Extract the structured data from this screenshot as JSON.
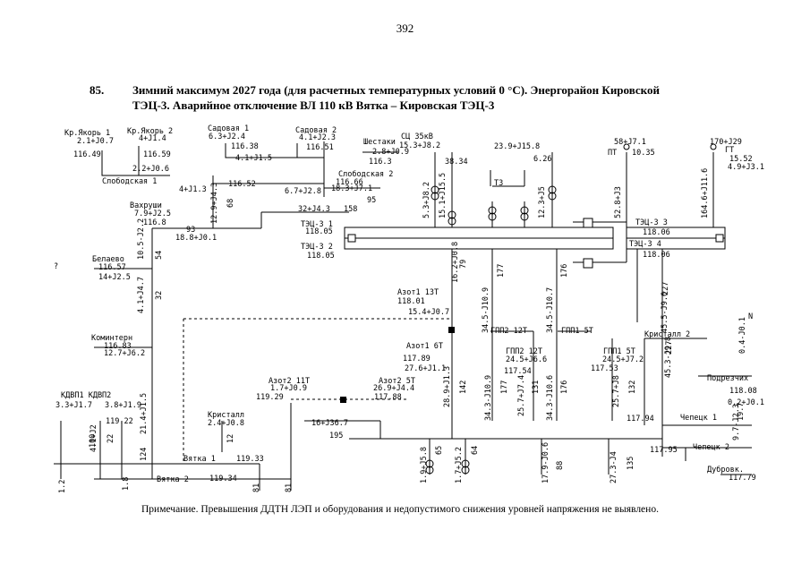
{
  "page": {
    "number": "392",
    "heading": {
      "num": "85.",
      "line1": "Зимний максимум 2027 года (для расчетных температурных условий 0 °С). Энергорайон Кировской",
      "line2": "ТЭЦ-3. Аварийное отключение ВЛ 110 кВ Вятка – Кировская ТЭЦ-3"
    },
    "note": "Примечание. Превышения ДДТН ЛЭП и оборудования и недопустимого снижения уровней напряжения не выявлено."
  },
  "diagram": {
    "labels": [
      "Кр.Якорь 1",
      "2.1+J0.7",
      "116.49",
      "Кр.Якорь 2",
      "4+J1.4",
      "116.59",
      "Садовая 1",
      "6.3+J2.4",
      "116.38",
      "Садовая 2",
      "4.1+J2.3",
      "116.51",
      "Шестаки",
      "2.8+J0.9",
      "116.3",
      "СЦ 35кВ",
      "15.3+J8.2",
      "38.34",
      "Т3",
      "23.9+J15.8",
      "6.26",
      "58+J7.1",
      "ПТ",
      "10.35",
      "170+J29",
      "ГТ",
      "15.52",
      "4.9+J3.1",
      "2.2+J0.6",
      "4.1+J1.5",
      "Слободская 1",
      "4+J1.3",
      "116.52",
      "6.7+J2.8",
      "Слободская 2",
      "116.66",
      "18.3+J7.1",
      "95",
      "Вахруши",
      "7.9+J2.5",
      "116.8",
      "93",
      "18.8+J0.1",
      "32+J4.3",
      "158",
      "12.9+J4.3",
      "68",
      "5.3+J8.2",
      "15.1+J15.5",
      "12.3+J5",
      "52.8+J3",
      "164.6+J11.6",
      "ТЭЦ-3 1",
      "118.05",
      "ТЭЦ-3 2",
      "118.05",
      "ТЭЦ-3 3",
      "118.06",
      "ТЭЦ-3 4",
      "118.06",
      "10.5-J2.2",
      "54",
      "4.1+J4.7",
      "32",
      "Белаево",
      "116.57",
      "14+J2.5",
      "?",
      "16.2+J0.8",
      "79",
      "Азот1 13Т",
      "118.01",
      "15.4+J0.7",
      "34.5-J10.9",
      "177",
      "34.5-J10.7",
      "176",
      "45.5-J9.6",
      "227",
      "ГПП2 12Т",
      "ГПП1 5Т",
      "Кристалл 2",
      "45.3-J9.8",
      "227",
      "Коминтерн",
      "116.83",
      "12.7+J6.2",
      "Азот1 6Т",
      "117.89",
      "27.6+J1.1",
      "ГПП2 12Т",
      "24.5+J6.6",
      "117.54",
      "ГПП1 5Т",
      "24.5+J7.2",
      "117.53",
      "Подрезчих",
      "118.08",
      "0.2+J0.1",
      "КДВП1 КДВП2",
      "3.3+J1.7",
      "3.8+J1.9",
      "119.22",
      "Азот2 11Т",
      "1.7+J0.9",
      "119.29",
      "Азот2 5Т",
      "26.9+J4.4",
      "117.88",
      "28.9+J1.3",
      "142",
      "34.3-J10.9",
      "177",
      "25.7+J7.4",
      "131",
      "34.3-J10.6",
      "176",
      "25.7+J8",
      "132",
      "117.94",
      "Чепецк 1",
      "Кристалл",
      "2.4+J0.8",
      "12",
      "16+J36.7",
      "195",
      "100",
      "4.1+J2",
      "22",
      "21.4+J1.5",
      "124",
      "Вятка 1",
      "119.33",
      "Вятка 2",
      "119.34",
      "1.9+J5.8",
      "65",
      "1.7+J5.2",
      "64",
      "17.9-J0.6",
      "88",
      "27.3-J4",
      "135",
      "117.95",
      "Чепецк 2",
      "Дубровк.",
      "117.79",
      "1.2",
      "1.8",
      "81",
      "81",
      "9.7-J2.3",
      "0.4-J0.1",
      "19.7",
      "N"
    ]
  }
}
